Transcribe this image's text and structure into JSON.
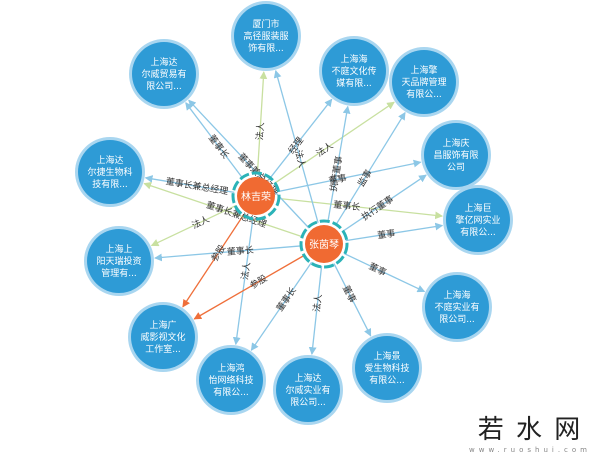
{
  "colors": {
    "company_fill": "#2e9bd6",
    "company_ring": "#a9d6f0",
    "person_fill": "#f06a32",
    "person_ring": "#2bb3b8",
    "edge_blue": "#8cc7e6",
    "edge_green": "#c8e0a0",
    "edge_orange": "#ef6f3a",
    "edge_label": "#333333"
  },
  "people": [
    {
      "id": "p1",
      "name": "林吉荣"
    },
    {
      "id": "p2",
      "name": "张茵琴"
    }
  ],
  "companies": [
    {
      "id": "c1",
      "lines": [
        "厦门市",
        "高径服装服",
        "饰有限..."
      ]
    },
    {
      "id": "c2",
      "lines": [
        "上海达",
        "尔威贸易有",
        "限公司..."
      ]
    },
    {
      "id": "c3",
      "lines": [
        "上海海",
        "不庭文化传",
        "媒有限..."
      ]
    },
    {
      "id": "c4",
      "lines": [
        "上海擎",
        "天品牌管理",
        "有限公..."
      ]
    },
    {
      "id": "c5",
      "lines": [
        "上海达",
        "尔捷生物科",
        "技有限..."
      ]
    },
    {
      "id": "c6",
      "lines": [
        "上海庆",
        "昌服饰有限",
        "公司"
      ]
    },
    {
      "id": "c7",
      "lines": [
        "上海巨",
        "擎亿网实业",
        "有限公..."
      ]
    },
    {
      "id": "c8",
      "lines": [
        "上海上",
        "阳天瑞投资",
        "管理有..."
      ]
    },
    {
      "id": "c9",
      "lines": [
        "上海海",
        "不庭实业有",
        "限公司..."
      ]
    },
    {
      "id": "c10",
      "lines": [
        "上海广",
        "威影视文化",
        "工作室..."
      ]
    },
    {
      "id": "c11",
      "lines": [
        "上海鸿",
        "怡网络科技",
        "有限公..."
      ]
    },
    {
      "id": "c12",
      "lines": [
        "上海达",
        "尔威实业有",
        "限公司..."
      ]
    },
    {
      "id": "c13",
      "lines": [
        "上海景",
        "爱生物科技",
        "有限公..."
      ]
    }
  ],
  "edges": [
    {
      "from": "p1",
      "to": "c1",
      "label": "法人"
    },
    {
      "from": "p1",
      "to": "c2",
      "label": "董事长"
    },
    {
      "from": "p1",
      "to": "c3",
      "label": "经理"
    },
    {
      "from": "p1",
      "to": "c4",
      "label": "法人"
    },
    {
      "from": "p1",
      "to": "c5",
      "label": "董事长兼总经理"
    },
    {
      "from": "p1",
      "to": "c6",
      "label": "董事"
    },
    {
      "from": "p1",
      "to": "c7",
      "label": "董事长"
    },
    {
      "from": "p1",
      "to": "c8",
      "label": "法人"
    },
    {
      "from": "p1",
      "to": "c10",
      "label": "参股"
    },
    {
      "from": "p1",
      "to": "c11",
      "label": "法人"
    },
    {
      "from": "p2",
      "to": "c1",
      "label": "法人"
    },
    {
      "from": "p2",
      "to": "c2",
      "label": "董事兼总经理"
    },
    {
      "from": "p2",
      "to": "c3",
      "label": "执行董事"
    },
    {
      "from": "p2",
      "to": "c4",
      "label": "监事"
    },
    {
      "from": "p2",
      "to": "c5",
      "label": "董事长兼总经理"
    },
    {
      "from": "p2",
      "to": "c6",
      "label": "执行董事"
    },
    {
      "from": "p2",
      "to": "c7",
      "label": "董事"
    },
    {
      "from": "p2",
      "to": "c8",
      "label": "董事长"
    },
    {
      "from": "p2",
      "to": "c9",
      "label": "董事"
    },
    {
      "from": "p2",
      "to": "c10",
      "label": "参股"
    },
    {
      "from": "p2",
      "to": "c11",
      "label": "董事长"
    },
    {
      "from": "p2",
      "to": "c12",
      "label": "法人"
    },
    {
      "from": "p2",
      "to": "c13",
      "label": "董事"
    }
  ],
  "watermark": {
    "text": "若 水 网",
    "subtext": "www.ruoshui.com"
  }
}
